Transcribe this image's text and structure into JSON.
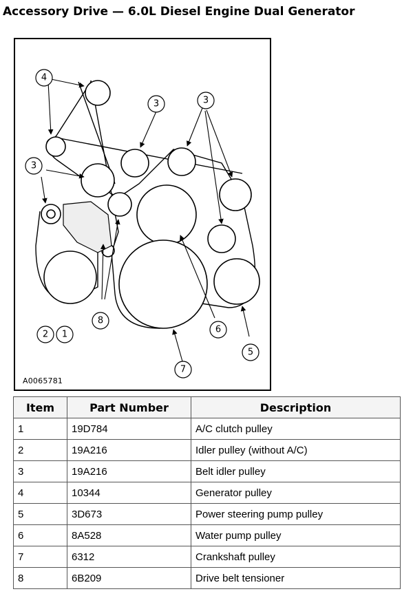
{
  "title": "Accessory Drive — 6.0L Diesel Engine Dual Generator",
  "figure_id": "A0065781",
  "callouts": [
    "4",
    "3",
    "3",
    "3",
    "2",
    "1",
    "8",
    "6",
    "5",
    "7"
  ],
  "table": {
    "headers": [
      "Item",
      "Part Number",
      "Description"
    ],
    "rows": [
      {
        "item": "1",
        "part": "19D784",
        "desc": "A/C clutch pulley"
      },
      {
        "item": "2",
        "part": "19A216",
        "desc": "Idler pulley (without A/C)"
      },
      {
        "item": "3",
        "part": "19A216",
        "desc": "Belt idler pulley"
      },
      {
        "item": "4",
        "part": "10344",
        "desc": "Generator pulley"
      },
      {
        "item": "5",
        "part": "3D673",
        "desc": "Power steering pump pulley"
      },
      {
        "item": "6",
        "part": "8A528",
        "desc": "Water pump pulley"
      },
      {
        "item": "7",
        "part": "6312",
        "desc": "Crankshaft pulley"
      },
      {
        "item": "8",
        "part": "6B209",
        "desc": "Drive belt tensioner"
      }
    ]
  }
}
